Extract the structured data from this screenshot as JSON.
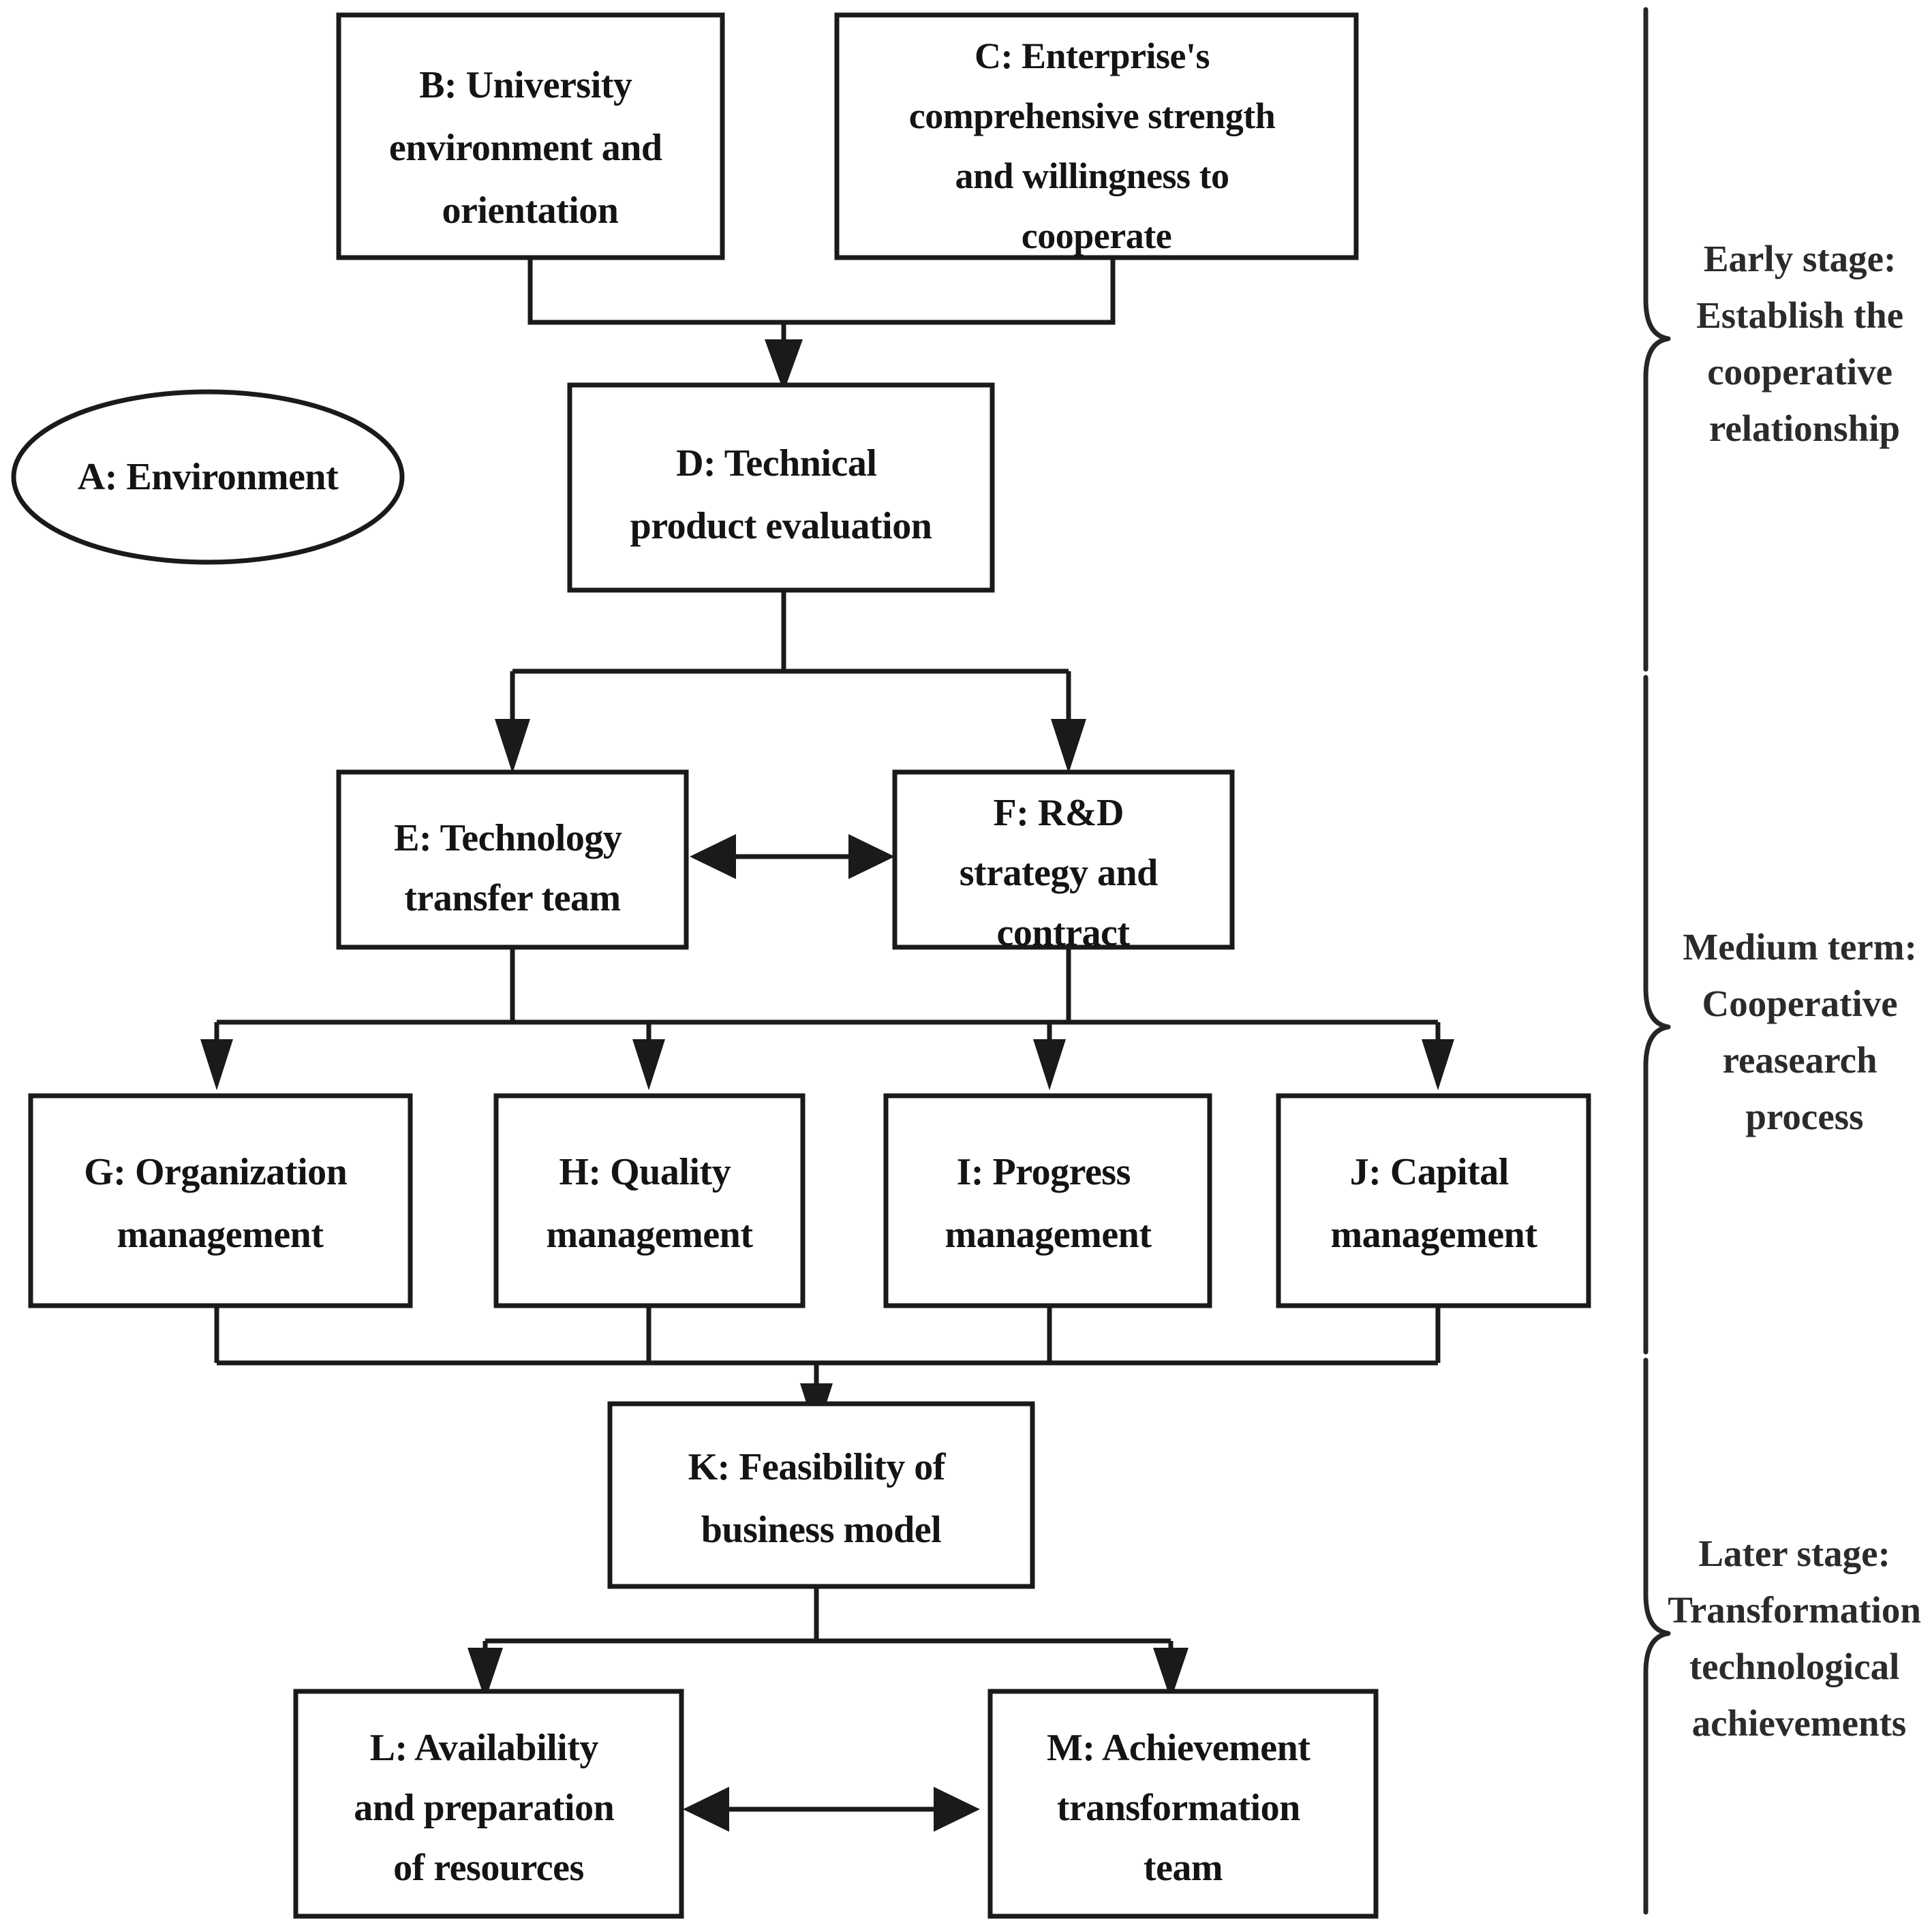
{
  "diagram": {
    "type": "flowchart",
    "title": "University-enterprise cooperative research and technology transformation process",
    "colors": {
      "stroke": "#1a1a1a",
      "fill": "#ffffff",
      "text": "#141414",
      "brace": "#262626"
    },
    "nodes": [
      {
        "id": "A",
        "shape": "ellipse",
        "lines": [
          "A: Environment"
        ]
      },
      {
        "id": "B",
        "shape": "rect",
        "lines": [
          "B: University",
          "environment and",
          "orientation"
        ]
      },
      {
        "id": "C",
        "shape": "rect",
        "lines": [
          "C: Enterprise's",
          "comprehensive strength",
          "and willingness to",
          "cooperate"
        ]
      },
      {
        "id": "D",
        "shape": "rect",
        "lines": [
          "D: Technical",
          "product evaluation"
        ]
      },
      {
        "id": "E",
        "shape": "rect",
        "lines": [
          "E: Technology",
          "transfer team"
        ]
      },
      {
        "id": "F",
        "shape": "rect",
        "lines": [
          "F: R&D",
          "strategy and",
          "contract"
        ]
      },
      {
        "id": "G",
        "shape": "rect",
        "lines": [
          "G: Organization",
          "management"
        ]
      },
      {
        "id": "H",
        "shape": "rect",
        "lines": [
          "H: Quality",
          "management"
        ]
      },
      {
        "id": "I",
        "shape": "rect",
        "lines": [
          "I: Progress",
          "management"
        ]
      },
      {
        "id": "J",
        "shape": "rect",
        "lines": [
          "J: Capital",
          "management"
        ]
      },
      {
        "id": "K",
        "shape": "rect",
        "lines": [
          "K: Feasibility of",
          "business model"
        ]
      },
      {
        "id": "L",
        "shape": "rect",
        "lines": [
          "L: Availability",
          "and preparation",
          "of resources"
        ]
      },
      {
        "id": "M",
        "shape": "rect",
        "lines": [
          "M: Achievement",
          "transformation",
          "team"
        ]
      }
    ],
    "edges": [
      {
        "from": "B",
        "to": "D",
        "style": "orthogonal-merge",
        "arrow": "end"
      },
      {
        "from": "C",
        "to": "D",
        "style": "orthogonal-merge",
        "arrow": "end"
      },
      {
        "from": "D",
        "to": "E",
        "style": "orthogonal-split",
        "arrow": "end"
      },
      {
        "from": "D",
        "to": "F",
        "style": "orthogonal-split",
        "arrow": "end"
      },
      {
        "from": "E",
        "to": "F",
        "style": "straight",
        "arrow": "both"
      },
      {
        "from": "E",
        "to": "G",
        "style": "orthogonal-split",
        "arrow": "end"
      },
      {
        "from": "E",
        "to": "H",
        "style": "orthogonal-split",
        "arrow": "end"
      },
      {
        "from": "F",
        "to": "I",
        "style": "orthogonal-split",
        "arrow": "end"
      },
      {
        "from": "F",
        "to": "J",
        "style": "orthogonal-split",
        "arrow": "end"
      },
      {
        "from": "G",
        "to": "K",
        "style": "orthogonal-merge",
        "arrow": "end"
      },
      {
        "from": "H",
        "to": "K",
        "style": "orthogonal-merge",
        "arrow": "end"
      },
      {
        "from": "I",
        "to": "K",
        "style": "orthogonal-merge",
        "arrow": "end"
      },
      {
        "from": "J",
        "to": "K",
        "style": "orthogonal-merge",
        "arrow": "end"
      },
      {
        "from": "K",
        "to": "L",
        "style": "orthogonal-split",
        "arrow": "end"
      },
      {
        "from": "K",
        "to": "M",
        "style": "orthogonal-split",
        "arrow": "end"
      },
      {
        "from": "L",
        "to": "M",
        "style": "straight",
        "arrow": "both"
      }
    ],
    "stages": [
      {
        "id": "stage-early",
        "lines": [
          "Early stage:",
          "Establish the",
          "cooperative",
          "relationship"
        ]
      },
      {
        "id": "stage-medium",
        "lines": [
          "Medium term:",
          "Cooperative",
          "reasearch",
          "process"
        ]
      },
      {
        "id": "stage-later",
        "lines": [
          "Later stage:",
          "Transformation",
          "technological",
          "achievements"
        ]
      }
    ]
  }
}
